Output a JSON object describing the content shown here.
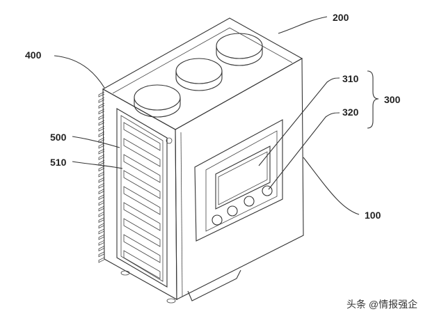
{
  "labels": {
    "l100": "100",
    "l200": "200",
    "l300": "300",
    "l310": "310",
    "l320": "320",
    "l400": "400",
    "l500": "500",
    "l510": "510"
  },
  "watermark": "头条 @情报强企",
  "colors": {
    "line": "#333333",
    "background": "#ffffff"
  }
}
